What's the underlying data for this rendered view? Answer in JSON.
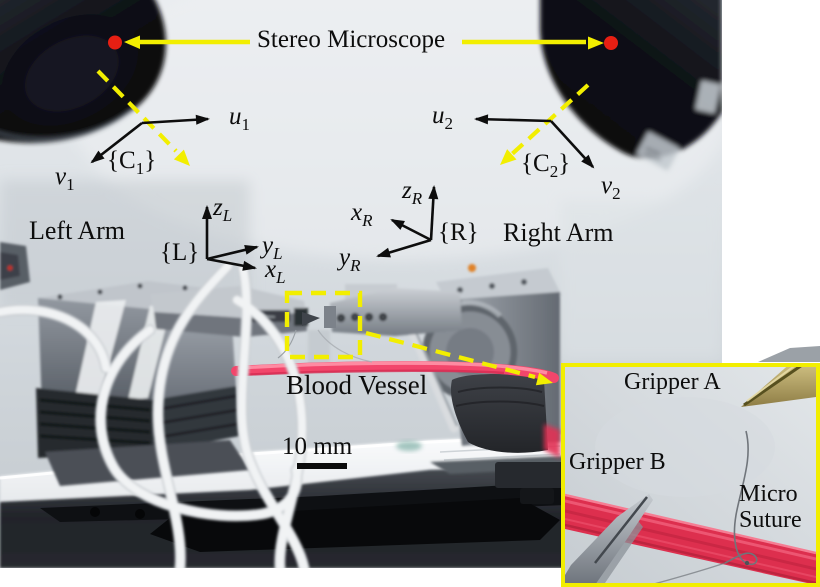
{
  "colors": {
    "annotation": "#f2ee00",
    "marker": "#e71f13",
    "vessel": "#f2466b",
    "inset_vessel": "#dd2f4e"
  },
  "title": {
    "stereo_microscope": "Stereo Microscope"
  },
  "cameras": {
    "c1": {
      "brace_pre": "{C",
      "num": "1",
      "brace_post": "}",
      "u": "u",
      "v": "v"
    },
    "c2": {
      "brace_pre": "{C",
      "num": "2",
      "brace_post": "}",
      "u": "u",
      "v": "v"
    }
  },
  "arms": {
    "left": {
      "label": "Left Arm",
      "frame": "{L}",
      "x": "x",
      "y": "y",
      "z": "z",
      "sub": "L"
    },
    "right": {
      "label": "Right Arm",
      "frame": "{R}",
      "x": "x",
      "y": "y",
      "z": "z",
      "sub": "R"
    }
  },
  "scene": {
    "blood_vessel": "Blood Vessel",
    "scale_bar": "10 mm"
  },
  "inset": {
    "gripper_a": "Gripper A",
    "gripper_b": "Gripper B",
    "micro_suture": "Micro Suture"
  }
}
